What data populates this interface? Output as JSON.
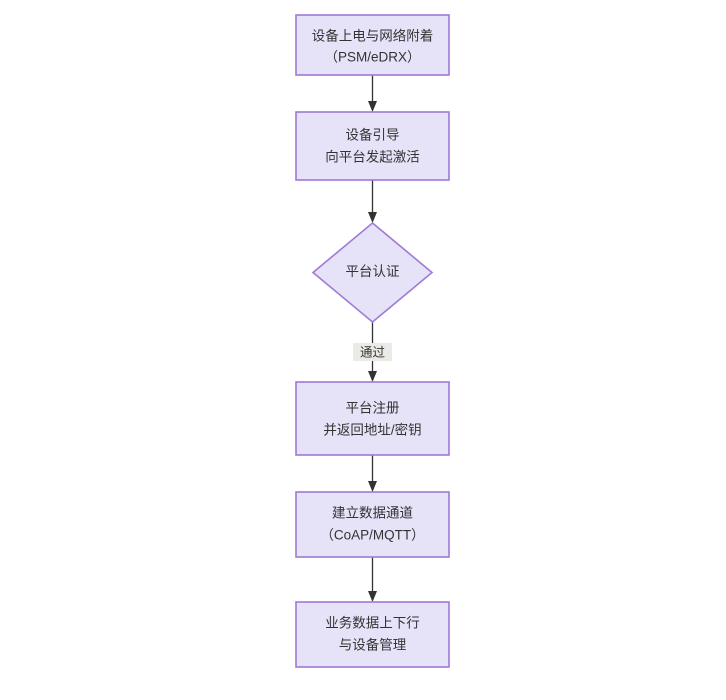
{
  "diagram": {
    "type": "flowchart",
    "direction": "top-to-bottom",
    "background_color": "#ffffff",
    "node_fill_color": "#e6e2f8",
    "node_border_color": "#9f7ad6",
    "edge_color": "#333333",
    "text_color": "#333333",
    "nodes": [
      {
        "id": "n1",
        "shape": "rectangle",
        "lines": [
          "设备上电与网络附着",
          "（PSM/eDRX）"
        ]
      },
      {
        "id": "n2",
        "shape": "rectangle",
        "lines": [
          "设备引导",
          "向平台发起激活"
        ]
      },
      {
        "id": "n3",
        "shape": "diamond",
        "lines": [
          "平台认证"
        ]
      },
      {
        "id": "n4",
        "shape": "rectangle",
        "lines": [
          "平台注册",
          "并返回地址/密钥"
        ]
      },
      {
        "id": "n5",
        "shape": "rectangle",
        "lines": [
          "建立数据通道",
          "（CoAP/MQTT）"
        ]
      },
      {
        "id": "n6",
        "shape": "rectangle",
        "lines": [
          "业务数据上下行",
          "与设备管理"
        ]
      }
    ],
    "edges": [
      {
        "id": "e1",
        "from": "n1",
        "to": "n2",
        "label": ""
      },
      {
        "id": "e2",
        "from": "n2",
        "to": "n3",
        "label": ""
      },
      {
        "id": "e3",
        "from": "n3",
        "to": "n4",
        "label": "通过"
      },
      {
        "id": "e4",
        "from": "n4",
        "to": "n5",
        "label": ""
      },
      {
        "id": "e5",
        "from": "n5",
        "to": "n6",
        "label": ""
      }
    ]
  }
}
